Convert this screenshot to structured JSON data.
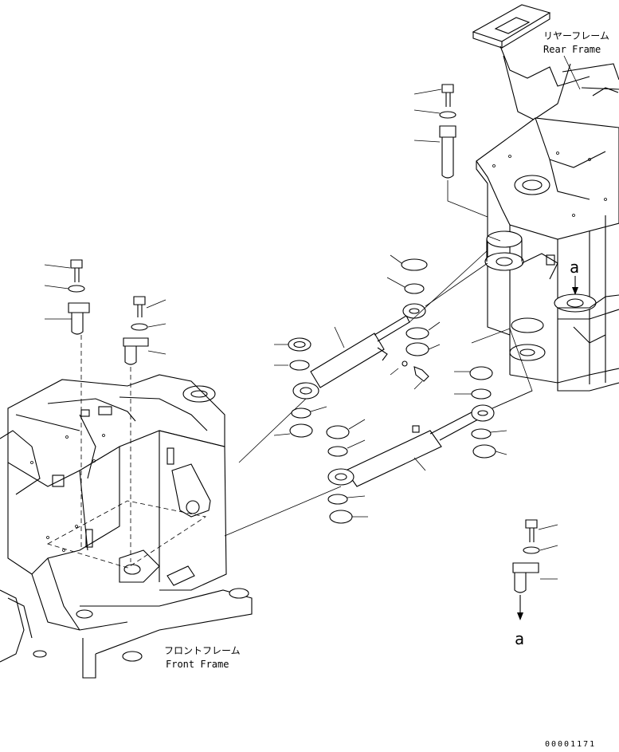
{
  "labels": {
    "rear_frame_jp": "リヤーフレーム",
    "rear_frame_en": "Rear Frame",
    "front_frame_jp": "フロントフレーム",
    "front_frame_en": "Front Frame",
    "reference_top": "a",
    "reference_bottom": "a",
    "drawing_number": "00001171"
  },
  "icons": {
    "arrow": "arrow-down-icon"
  }
}
